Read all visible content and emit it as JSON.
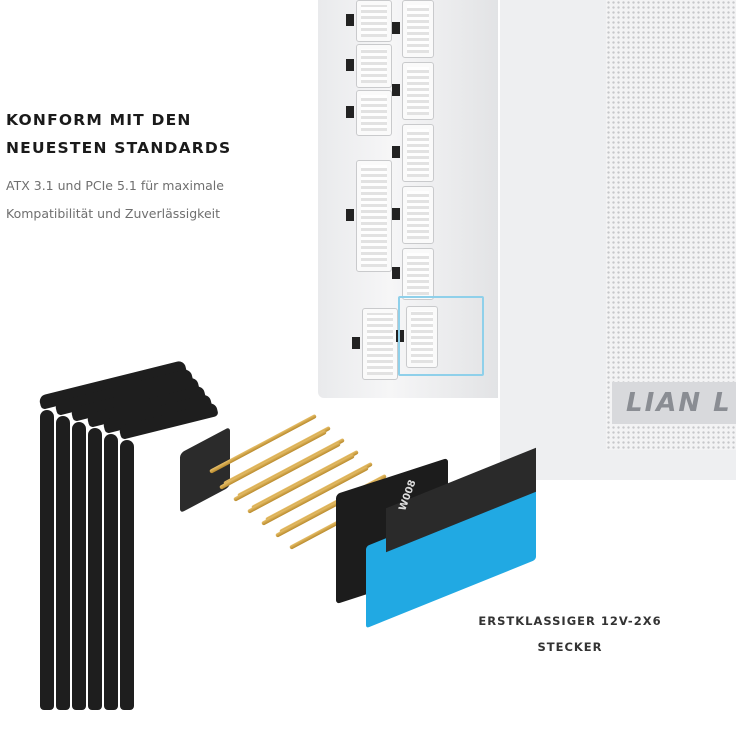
{
  "headline": {
    "line1": "KONFORM MIT DEN",
    "line2": "NEUESTEN STANDARDS"
  },
  "description": {
    "line1": "ATX 3.1 und PCIe 5.1 für maximale",
    "line2": "Kompatibilität und Zuverlässigkeit"
  },
  "caption": {
    "line1": "ERSTKLASSIGER 12V-2X6",
    "line2": "STECKER"
  },
  "product": {
    "case_logo": "LIAN LI",
    "connector_marking": "W008"
  },
  "colors": {
    "connector_accent": "#21a9e3",
    "highlight": "#8fd0ea"
  }
}
